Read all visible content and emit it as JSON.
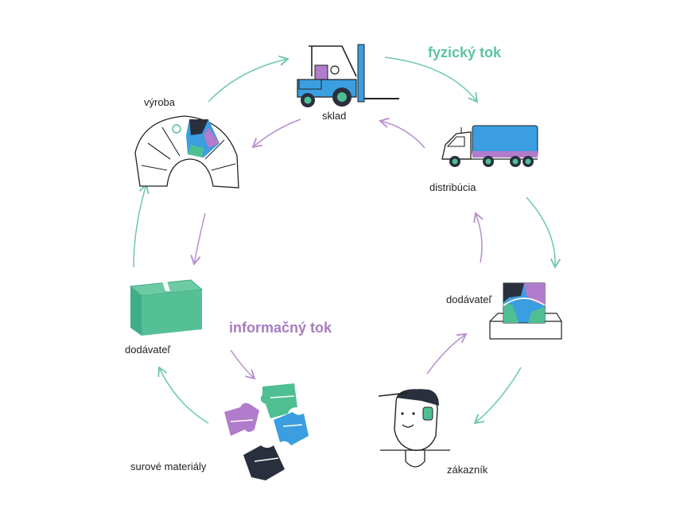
{
  "flows": {
    "physical": {
      "title": "fyzický tok",
      "color": "#5bc3a0"
    },
    "information": {
      "title": "informačný tok",
      "color": "#a77cc0"
    }
  },
  "nodes": {
    "warehouse": {
      "label": "sklad",
      "icon": "forklift-icon"
    },
    "distribution": {
      "label": "distribúcia",
      "icon": "truck-icon"
    },
    "supplier_right": {
      "label": "dodávateľ",
      "icon": "puzzle-box-icon"
    },
    "customer": {
      "label": "zákazník",
      "icon": "customer-head-icon"
    },
    "raw_materials": {
      "label": "surové materiály",
      "icon": "puzzle-pieces-icon"
    },
    "supplier_left": {
      "label": "dodávateľ",
      "icon": "package-box-icon"
    },
    "production": {
      "label": "výroba",
      "icon": "production-wheel-icon"
    }
  },
  "colors": {
    "green": "#4fbf93",
    "purple": "#b07ccb",
    "blue": "#3a9ee0",
    "navy": "#2a2f3d",
    "line": "#222222"
  }
}
